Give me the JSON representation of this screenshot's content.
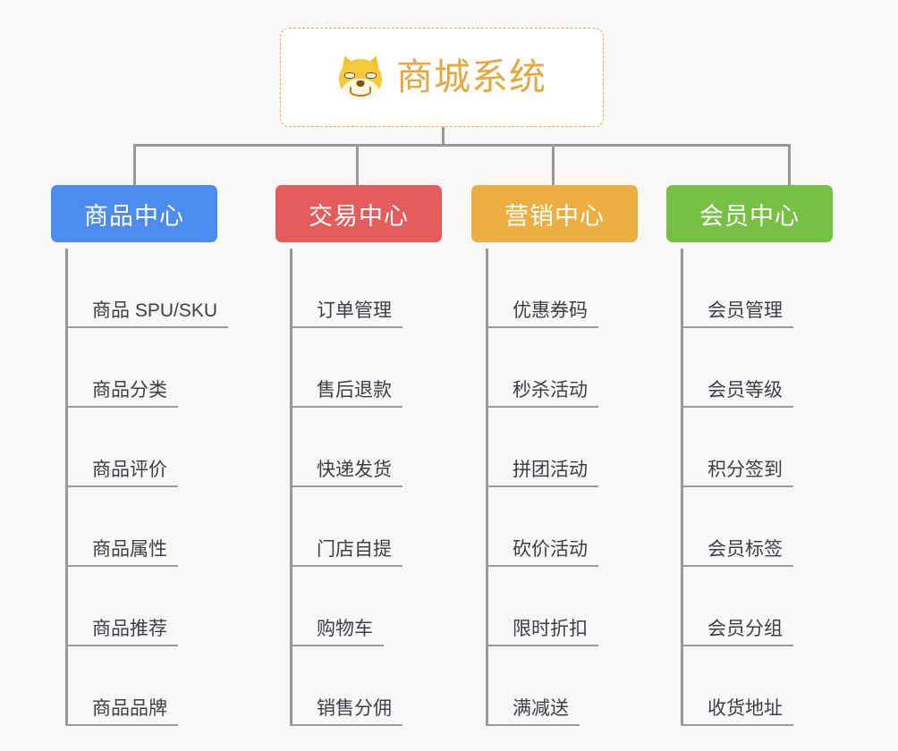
{
  "diagram": {
    "type": "org-chart",
    "background_color": "#f8f8f8",
    "root": {
      "title": "商城系统",
      "icon": "shiba-inu-face",
      "text_color": "#e6a83c",
      "border_color": "#e8a845",
      "background_color": "#ffffff"
    },
    "connector_color": "#999999",
    "columns": [
      {
        "id": "product-center",
        "label": "商品中心",
        "color": "#4a8cf0",
        "items": [
          "商品 SPU/SKU",
          "商品分类",
          "商品评价",
          "商品属性",
          "商品推荐",
          "商品品牌"
        ]
      },
      {
        "id": "trade-center",
        "label": "交易中心",
        "color": "#e45c5c",
        "items": [
          "订单管理",
          "售后退款",
          "快递发货",
          "门店自提",
          "购物车",
          "销售分佣"
        ]
      },
      {
        "id": "marketing-center",
        "label": "营销中心",
        "color": "#edaf41",
        "items": [
          "优惠券码",
          "秒杀活动",
          "拼团活动",
          "砍价活动",
          "限时折扣",
          "满减送"
        ]
      },
      {
        "id": "member-center",
        "label": "会员中心",
        "color": "#76c043",
        "items": [
          "会员管理",
          "会员等级",
          "积分签到",
          "会员标签",
          "会员分组",
          "收货地址"
        ]
      }
    ]
  }
}
